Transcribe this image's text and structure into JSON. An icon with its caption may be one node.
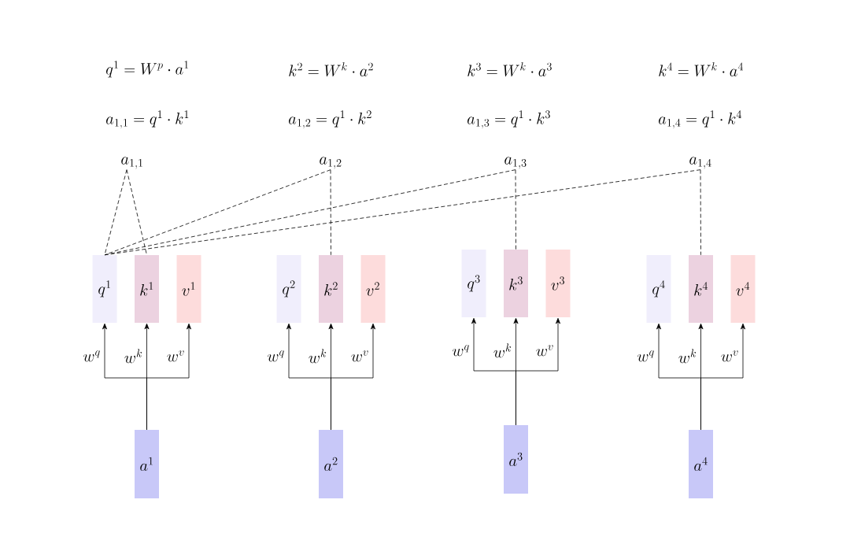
{
  "diagram": {
    "nodes": [
      {
        "text": [
          "a_{1,1}"
        ]
      },
      {
        "text": [
          "q^1"
        ]
      },
      {
        "text": [
          "k^1"
        ]
      },
      {
        "text": [
          "v^1"
        ]
      },
      {
        "text": [
          "a^1"
        ]
      },
      {
        "text": [
          "a_{1,2}"
        ]
      },
      {
        "text": [
          "q^2"
        ]
      },
      {
        "text": [
          "k^2"
        ]
      },
      {
        "text": [
          "v^2"
        ]
      },
      {
        "text": [
          "a^2"
        ]
      },
      {
        "text": [
          "a_{1,3}"
        ]
      },
      {
        "text": [
          "q^3"
        ]
      },
      {
        "text": [
          "k^3"
        ]
      },
      {
        "text": [
          "v^3"
        ]
      },
      {
        "text": [
          "a^3"
        ]
      },
      {
        "text": [
          "a_{1,4}"
        ]
      },
      {
        "text": [
          "q^4"
        ]
      },
      {
        "text": [
          "k^4"
        ]
      },
      {
        "text": [
          "v^4"
        ]
      },
      {
        "text": [
          "a^4"
        ]
      }
    ],
    "edges": [
      {
        "from": 0,
        "to": 1,
        "arrow": "none",
        "style": "dashed"
      },
      {
        "from": 0,
        "to": 2,
        "arrow": "none",
        "style": "dashed"
      },
      {
        "from": 5,
        "to": 1,
        "arrow": "none",
        "style": "dashed"
      },
      {
        "from": 5,
        "to": 7,
        "arrow": "none",
        "style": "dashed"
      },
      {
        "from": 10,
        "to": 1,
        "arrow": "none",
        "style": "dashed"
      },
      {
        "from": 10,
        "to": 12,
        "arrow": "none",
        "style": "dashed"
      },
      {
        "from": 15,
        "to": 1,
        "arrow": "none",
        "style": "dashed"
      },
      {
        "from": 15,
        "to": 17,
        "arrow": "none",
        "style": "dashed"
      },
      {
        "from": 4,
        "to": 1,
        "arrow": "to",
        "label": "w^q"
      },
      {
        "from": 4,
        "to": 2,
        "arrow": "to",
        "label": "w^k"
      },
      {
        "from": 4,
        "to": 3,
        "arrow": "to",
        "label": "w^v"
      },
      {
        "from": 9,
        "to": 6,
        "arrow": "to",
        "label": "w^q"
      },
      {
        "from": 9,
        "to": 7,
        "arrow": "to",
        "label": "w^k"
      },
      {
        "from": 9,
        "to": 8,
        "arrow": "to",
        "label": "w^v"
      },
      {
        "from": 14,
        "to": 11,
        "arrow": "to",
        "label": "w^q"
      },
      {
        "from": 14,
        "to": 12,
        "arrow": "to",
        "label": "w^k"
      },
      {
        "from": 14,
        "to": 13,
        "arrow": "to",
        "label": "w^v"
      },
      {
        "from": 19,
        "to": 16,
        "arrow": "to",
        "label": "w^q"
      },
      {
        "from": 19,
        "to": 17,
        "arrow": "to",
        "label": "w^k"
      },
      {
        "from": 19,
        "to": 18,
        "arrow": "to",
        "label": "w^v"
      }
    ],
    "labels": [
      "q^1 = W^p \\cdot a^1",
      "k^2 = W^k \\cdot a^2",
      "k^3 = W^k \\cdot a^3",
      "k^4 = W^k \\cdot a^4",
      "a_{1,1} = q^1 \\cdot k^1",
      "a_{1,2} = q^1 \\cdot k^2",
      "a_{1,3} = q^1 \\cdot k^3",
      "a_{1,4} = q^1 \\cdot k^4"
    ]
  }
}
